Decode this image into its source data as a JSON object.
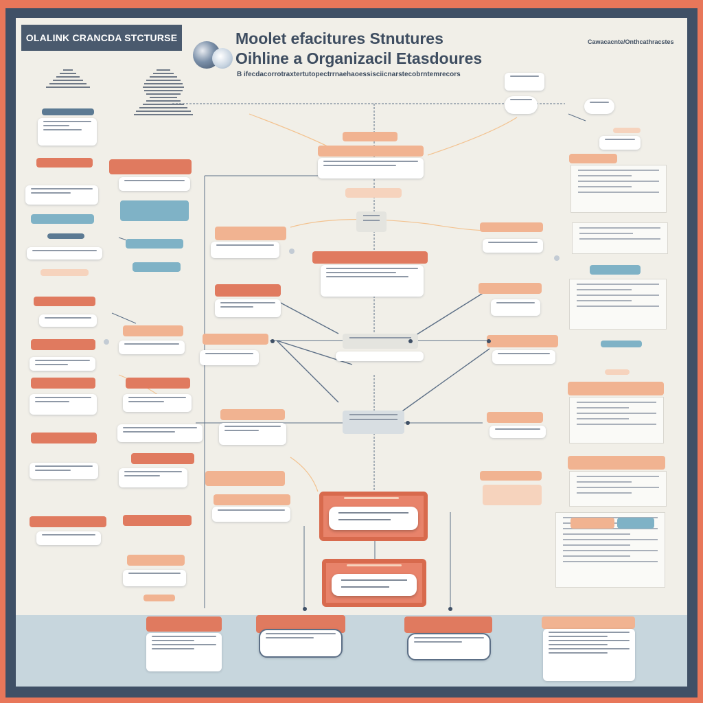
{
  "header": {
    "tag": "OLALINK CRANCDA STCTURSE",
    "title_line1": "Moolet efacitures Stnutures",
    "title_line2": "Oihline a Organizacil Etasdoures",
    "subtitle": "B ifecdacorrotraxtertutopectrrnaehaoessisciicnarstecobrntemrecors",
    "corner_label": "Cawacacnte/Onthcathracstes"
  },
  "colors": {
    "frame_outer": "#e8775a",
    "frame_inner": "#3f5066",
    "canvas": "#f1efe8",
    "accent_orange": "#e07a5f",
    "accent_peach": "#f1b391",
    "accent_blue": "#7fb2c6",
    "text_dark": "#3e4d60"
  },
  "icons": [
    "globe-icon",
    "connector-pin-icon"
  ]
}
